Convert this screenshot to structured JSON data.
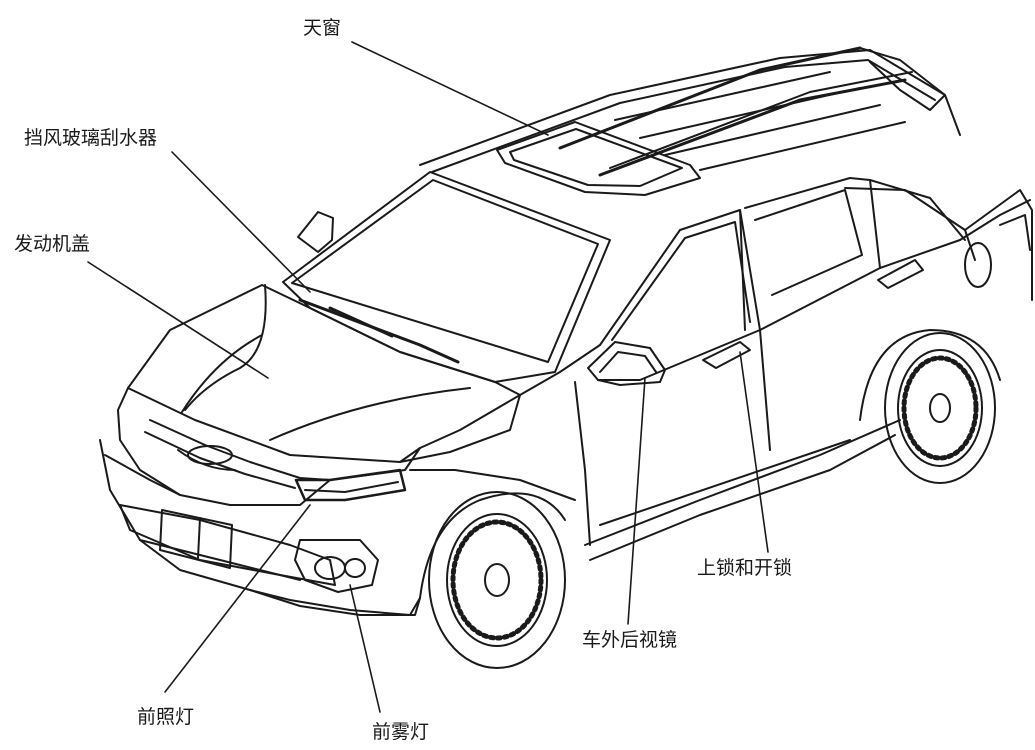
{
  "diagram": {
    "callouts": [
      {
        "id": "sunroof",
        "label": "天窗"
      },
      {
        "id": "wiper",
        "label": "挡风玻璃刮水器"
      },
      {
        "id": "hood",
        "label": "发动机盖"
      },
      {
        "id": "lock",
        "label": "上锁和开锁"
      },
      {
        "id": "mirror",
        "label": "车外后视镜"
      },
      {
        "id": "headlamp",
        "label": "前照灯"
      },
      {
        "id": "foglamp",
        "label": "前雾灯"
      }
    ]
  },
  "colors": {
    "line": "#1a1a1a",
    "background": "#ffffff"
  }
}
